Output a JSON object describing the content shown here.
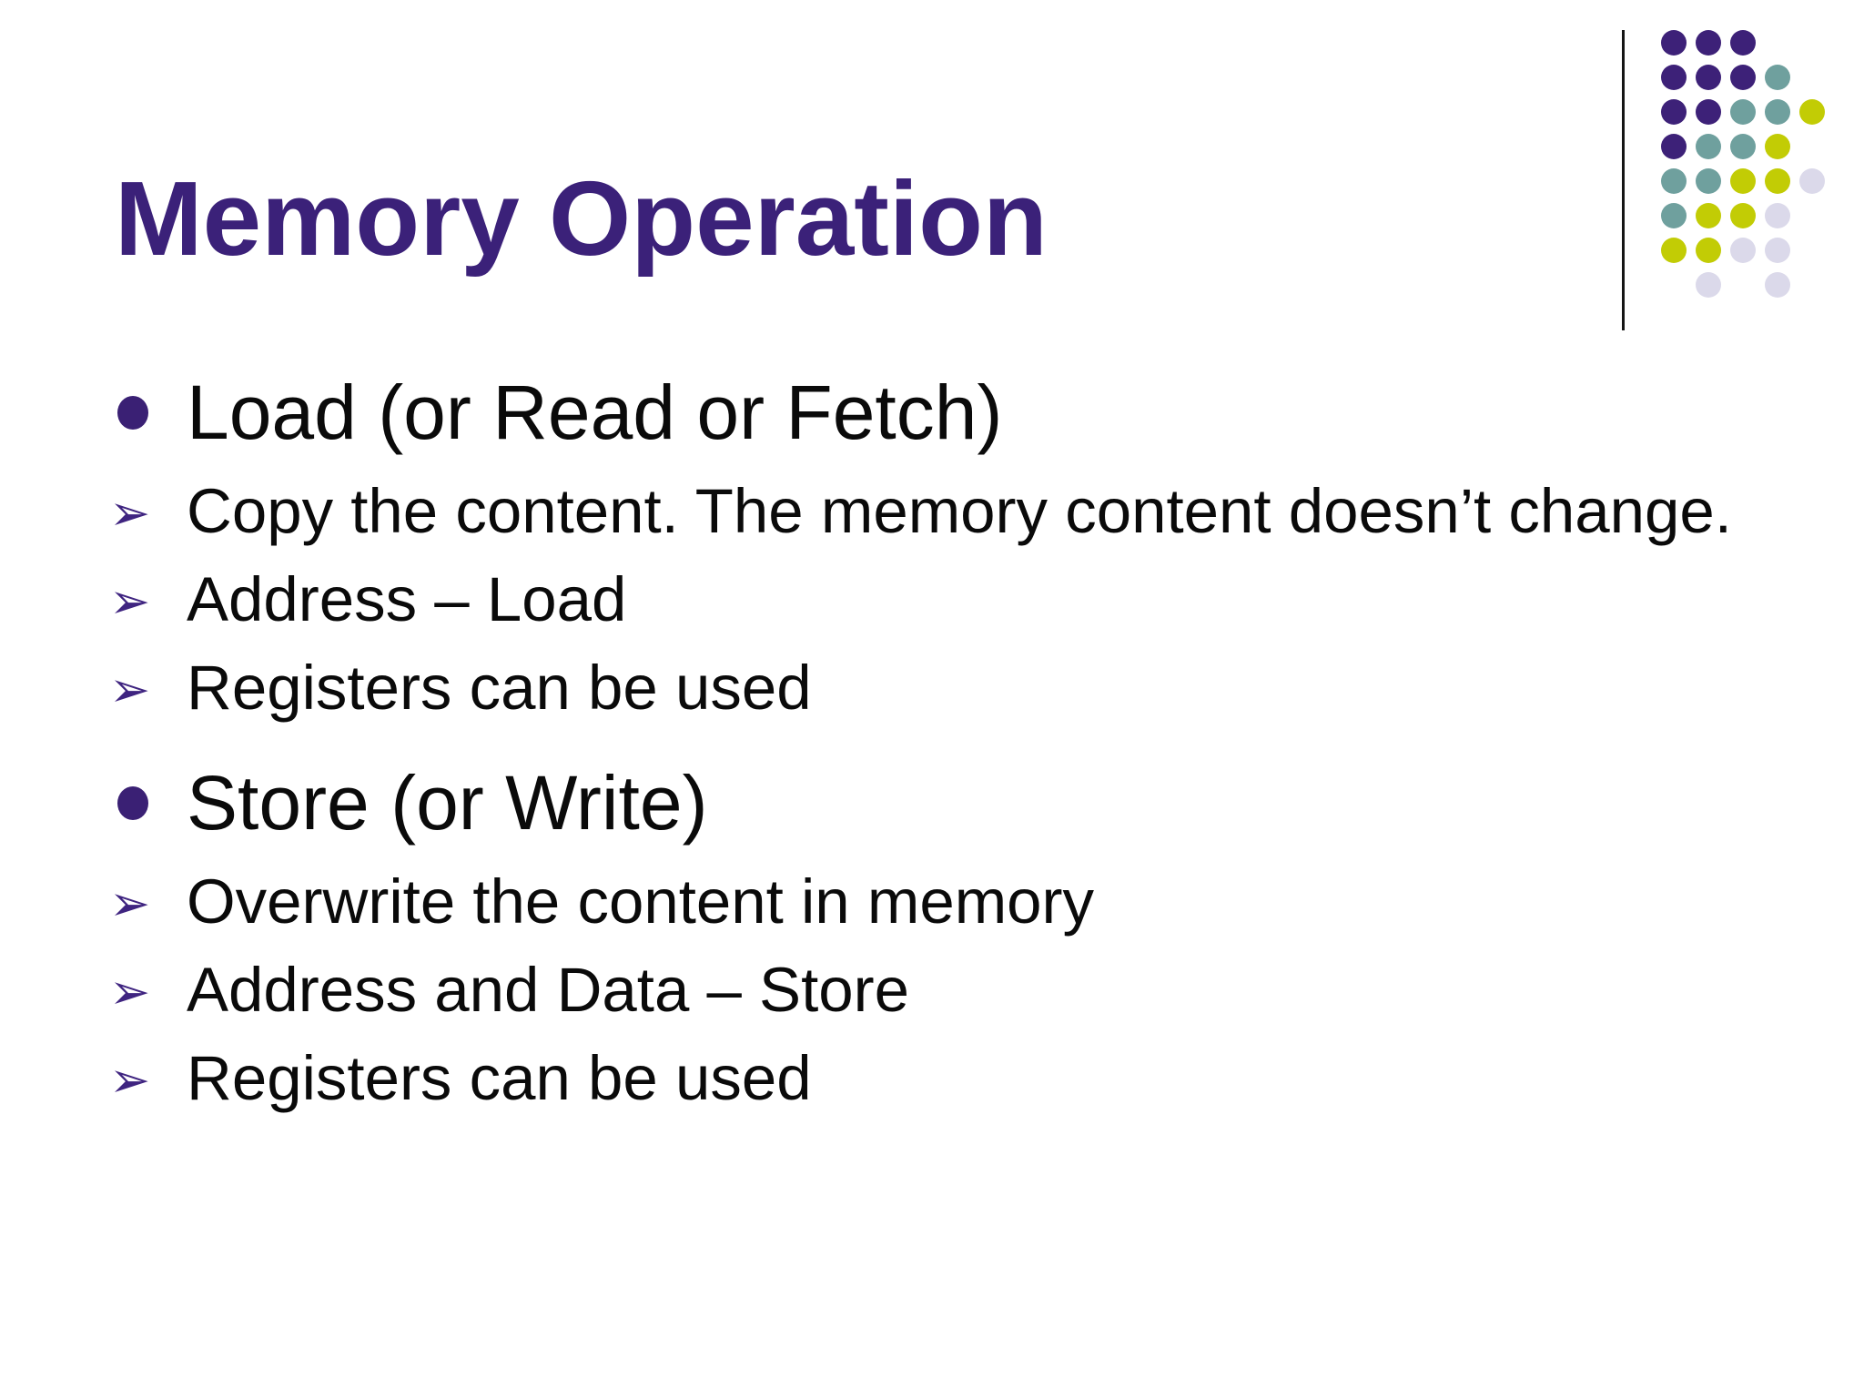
{
  "slide": {
    "title": "Memory Operation",
    "title_color": "#3B2179",
    "background": "#FFFFFF",
    "text_color": "#0A0A0A",
    "arrow_glyph": "➢",
    "bullets": [
      {
        "level": 1,
        "text": "Load (or Read or Fetch)"
      },
      {
        "level": 2,
        "text": "Copy the content. The memory content doesn’t change."
      },
      {
        "level": 2,
        "text": "Address – Load"
      },
      {
        "level": 2,
        "text": "Registers can be used"
      },
      {
        "level": 1,
        "text": "Store (or Write)"
      },
      {
        "level": 2,
        "text": "Overwrite the content in memory"
      },
      {
        "level": 2,
        "text": "Address and Data – Store"
      },
      {
        "level": 2,
        "text": "Registers can be used"
      }
    ],
    "decoration": {
      "vline_color": "#151515",
      "dot_colors": {
        "purple": "#3D2178",
        "teal": "#6FA09E",
        "chartreuse": "#C2CC05",
        "lavender": "#DBD9EA"
      },
      "dot_rows": [
        [
          "purple",
          "purple",
          "purple",
          null,
          null
        ],
        [
          "purple",
          "purple",
          "purple",
          "teal",
          null
        ],
        [
          "purple",
          "purple",
          "teal",
          "teal",
          "chartreuse"
        ],
        [
          "purple",
          "teal",
          "teal",
          "chartreuse",
          null
        ],
        [
          "teal",
          "teal",
          "chartreuse",
          "chartreuse",
          "lavender"
        ],
        [
          "teal",
          "chartreuse",
          "chartreuse",
          "lavender",
          null
        ],
        [
          "chartreuse",
          "chartreuse",
          "lavender",
          "lavender",
          null
        ],
        [
          null,
          "lavender",
          null,
          "lavender",
          null
        ]
      ]
    }
  }
}
